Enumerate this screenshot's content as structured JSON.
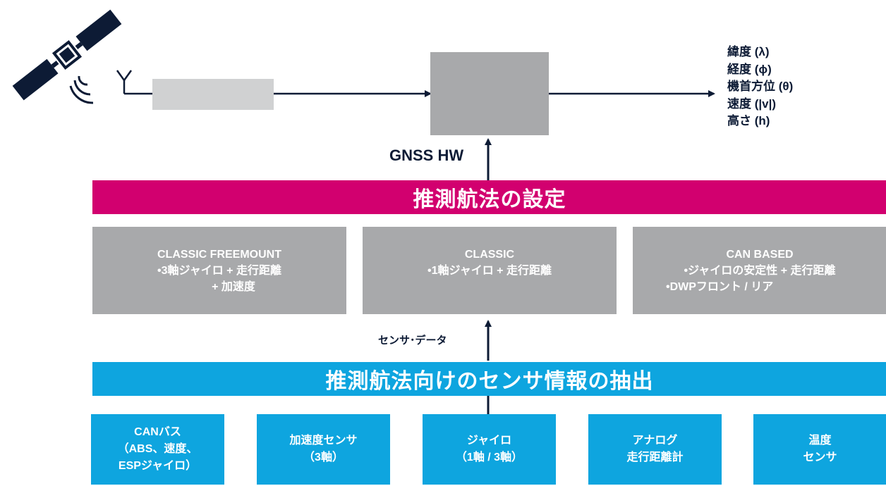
{
  "top_flow": {
    "gnss_label": "GNSS HW",
    "outputs": [
      "緯度 (λ)",
      "経度 (ϕ)",
      "機首方位 (θ)",
      "速度 (|v|)",
      "高さ (h)"
    ]
  },
  "config_banner": {
    "label": "推測航法の設定"
  },
  "modes": [
    {
      "title": "CLASSIC FREEMOUNT",
      "lines": [
        "•3軸ジャイロ + 走行距離",
        "+ 加速度"
      ]
    },
    {
      "title": "CLASSIC",
      "lines": [
        "•1軸ジャイロ + 走行距離"
      ]
    },
    {
      "title": "CAN BASED",
      "lines": [
        "•ジャイロの安定性 + 走行距離",
        "•DWPフロント / リア"
      ]
    }
  ],
  "sensor_data_label": "センサ･データ",
  "extraction_banner": {
    "label": "推測航法向けのセンサ情報の抽出"
  },
  "sensors": [
    {
      "lines": [
        "CANバス",
        "（ABS、速度、",
        "ESPジャイロ）"
      ]
    },
    {
      "lines": [
        "加速度センサ",
        "（3軸）"
      ]
    },
    {
      "lines": [
        "ジャイロ",
        "（1軸 / 3軸）"
      ]
    },
    {
      "lines": [
        "アナログ",
        "走行距離計"
      ]
    },
    {
      "lines": [
        "温度",
        "センサ"
      ]
    }
  ],
  "colors": {
    "navy": "#0d1b35",
    "gray_box": "#a8a9ab",
    "light_gray_box": "#d0d1d2",
    "magenta": "#d2006f",
    "cyan": "#0ea5df"
  }
}
